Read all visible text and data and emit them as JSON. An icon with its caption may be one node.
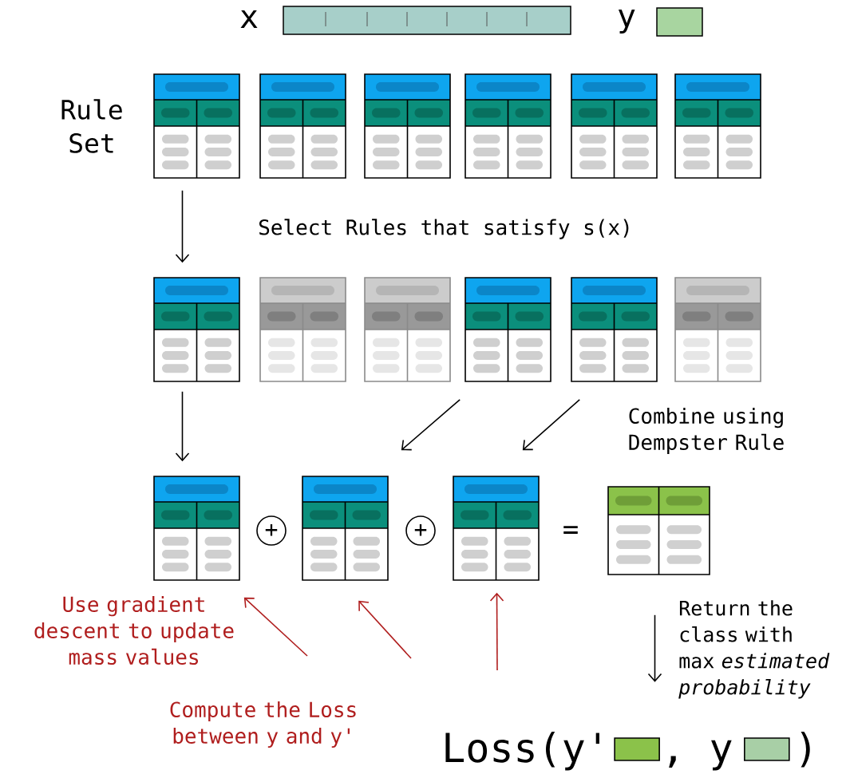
{
  "diagram": {
    "nodes": [
      {
        "text": [],
        "shape": "table"
      },
      {
        "text": [],
        "shape": "table"
      },
      {
        "text": [],
        "shape": "table"
      },
      {
        "text": [],
        "shape": "table"
      },
      {
        "text": [],
        "shape": "table"
      },
      {
        "text": [],
        "shape": "table"
      },
      {
        "text": [],
        "shape": "table"
      },
      {
        "text": [],
        "shape": "table"
      },
      {
        "text": [],
        "shape": "table"
      },
      {
        "text": [],
        "shape": "table"
      },
      {
        "text": [],
        "shape": "table"
      },
      {
        "text": [],
        "shape": "table"
      },
      {
        "text": [],
        "shape": "table"
      },
      {
        "text": [],
        "shape": "table"
      },
      {
        "text": [],
        "shape": "table"
      },
      {
        "text": [],
        "shape": "table"
      },
      {
        "text": [
          "Loss(y'",
          ", y",
          ")"
        ]
      }
    ],
    "edges": [
      {
        "from": 0,
        "to": 6,
        "arrow": "to"
      },
      {
        "from": 6,
        "to": 12,
        "arrow": "to"
      },
      {
        "from": 9,
        "to": 13,
        "arrow": "to"
      },
      {
        "from": 10,
        "to": 14,
        "arrow": "to"
      },
      {
        "from": 15,
        "to": 16,
        "arrow": "to",
        "label": "Return the class with max *estimated probability*"
      },
      {
        "from": null,
        "to": 12,
        "arrow": "to",
        "color": "#b01e1e"
      },
      {
        "from": null,
        "to": 13,
        "arrow": "to",
        "color": "#b01e1e"
      },
      {
        "from": null,
        "to": 14,
        "arrow": "to",
        "color": "#b01e1e"
      }
    ],
    "labels": [
      "x",
      "y",
      "Rule Set",
      "Select Rules that satisfy s(x)",
      "Combine using Dempster Rule",
      "+",
      "+",
      "=",
      "Use gradient descent to update mass values",
      "Compute the Loss between y and y'"
    ]
  }
}
